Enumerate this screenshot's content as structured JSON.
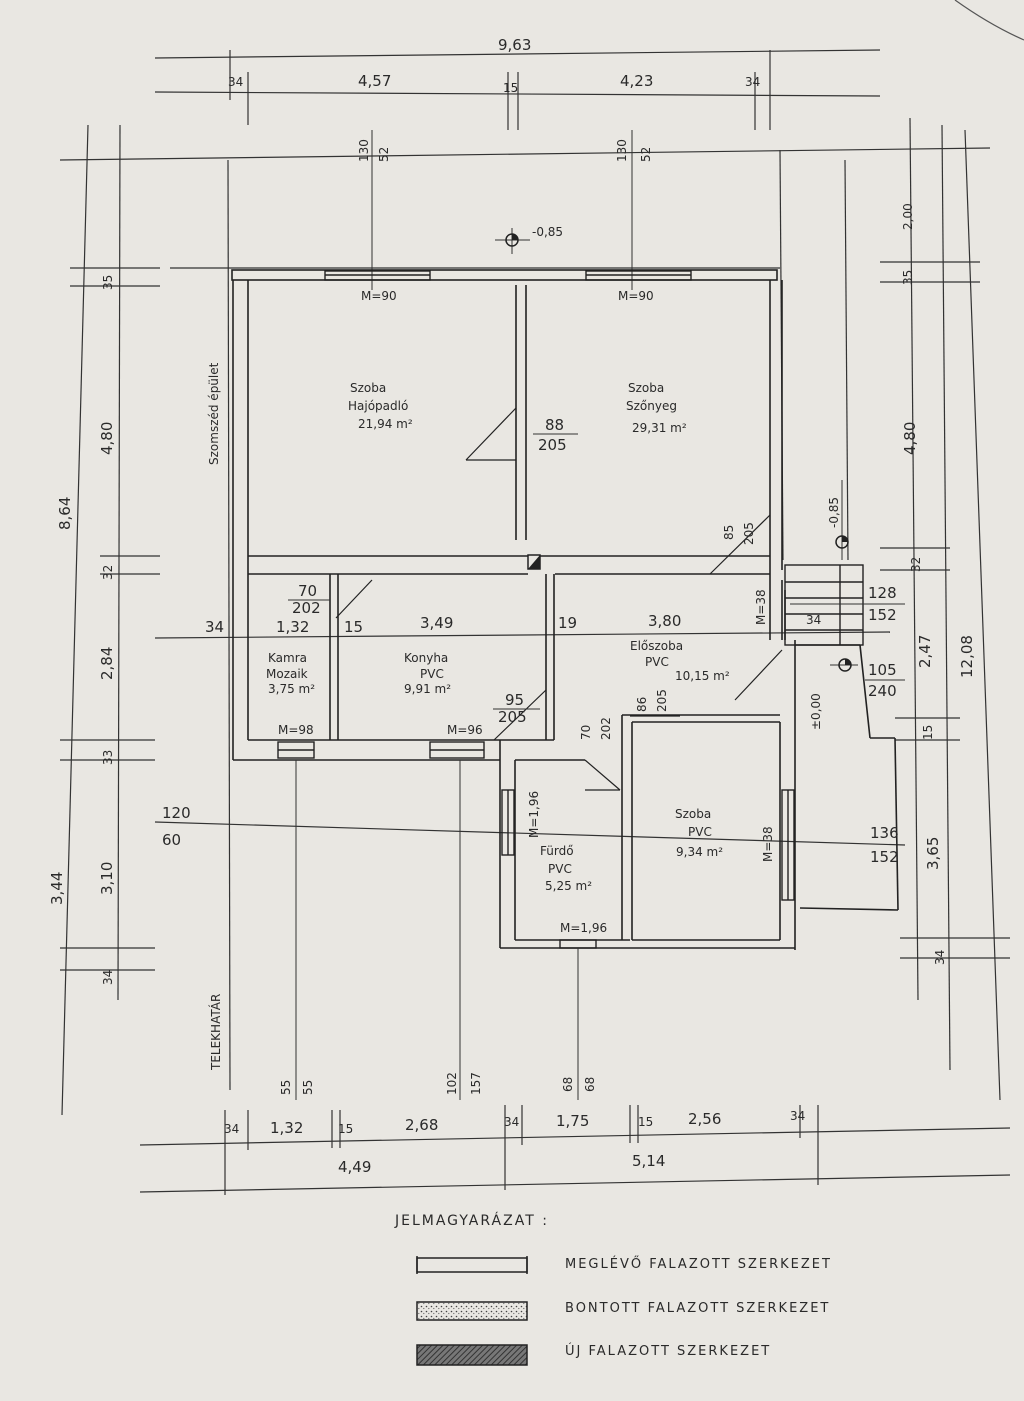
{
  "dims_top": {
    "total": "9,63",
    "seg1": "34",
    "seg2": "4,57",
    "seg3": "15",
    "seg4": "4,23",
    "seg5": "34"
  },
  "windows_top": [
    {
      "label": "130",
      "label2": "52",
      "width": "M=90"
    },
    {
      "label": "130",
      "label2": "52",
      "width": "M=90"
    }
  ],
  "levels": {
    "yard": "-0,85",
    "stairs": "-0,85",
    "floor": "±0,00"
  },
  "dims_left": {
    "total": "8,64",
    "a": "35",
    "b": "4,80",
    "c": "32",
    "d": "2,84",
    "e": "33",
    "lower_total": "3,44",
    "f": "3,10",
    "g": "34"
  },
  "dims_right": {
    "total": "12,08",
    "a": "2,00",
    "b": "35",
    "c": "4,80",
    "d": "32",
    "e": "2,47",
    "f": "15",
    "g": "3,65",
    "h": "34"
  },
  "neighbour_label": "Szomszéd épület",
  "lot_label": "TELEKHATÁR",
  "rooms": [
    {
      "name": "Szoba",
      "floor": "Hajópadló",
      "area": "21,94 m²"
    },
    {
      "name": "Szoba",
      "floor": "Szőnyeg",
      "area": "29,31 m²"
    },
    {
      "name": "Kamra",
      "floor": "Mozaik",
      "area": "3,75 m²"
    },
    {
      "name": "Konyha",
      "floor": "PVC",
      "area": "9,91 m²"
    },
    {
      "name": "Előszoba",
      "floor": "PVC",
      "area": "10,15 m²"
    },
    {
      "name": "Fürdő",
      "floor": "PVC",
      "area": "5,25 m²"
    },
    {
      "name": "Szoba",
      "floor": "PVC",
      "area": "9,34 m²"
    }
  ],
  "doors": [
    {
      "w": "88",
      "h": "205"
    },
    {
      "w": "85",
      "h": "205"
    },
    {
      "w": "70",
      "h": "202"
    },
    {
      "w": "95",
      "h": "205"
    },
    {
      "w": "86",
      "h": "205"
    },
    {
      "w": "70",
      "h": "202"
    },
    {
      "w": "105",
      "h": "240"
    },
    {
      "w": "128",
      "h": "152"
    },
    {
      "w": "120",
      "h": "60"
    },
    {
      "w": "136",
      "h": "152"
    }
  ],
  "inner_dims": {
    "a": "34",
    "b": "1,32",
    "c": "15",
    "d": "3,49",
    "e": "19",
    "f": "3,80",
    "stair_m": "M=38",
    "stair_34": "34"
  },
  "window_marks": {
    "kamra": "M=98",
    "konyha": "M=96",
    "furdo_side": "M=1,96",
    "furdo_bottom": "M=1,96",
    "szoba": "M=38"
  },
  "bottom_window_marks": [
    {
      "a": "55",
      "b": "55"
    },
    {
      "a": "102",
      "b": "157"
    },
    {
      "a": "68",
      "b": "68"
    }
  ],
  "dims_bottom": {
    "s1": "34",
    "s2": "1,32",
    "s3": "15",
    "s4": "2,68",
    "s5": "34",
    "s6": "1,75",
    "s7": "15",
    "s8": "2,56",
    "s9": "34",
    "left_total": "4,49",
    "right_total": "5,14"
  },
  "legend": {
    "title": "JELMAGYARÁZAT :",
    "items": [
      {
        "label": "MEGLÉVŐ FALAZOTT SZERKEZET"
      },
      {
        "label": "BONTOTT FALAZOTT SZERKEZET"
      },
      {
        "label": "ÚJ FALAZOTT SZERKEZET"
      }
    ]
  }
}
